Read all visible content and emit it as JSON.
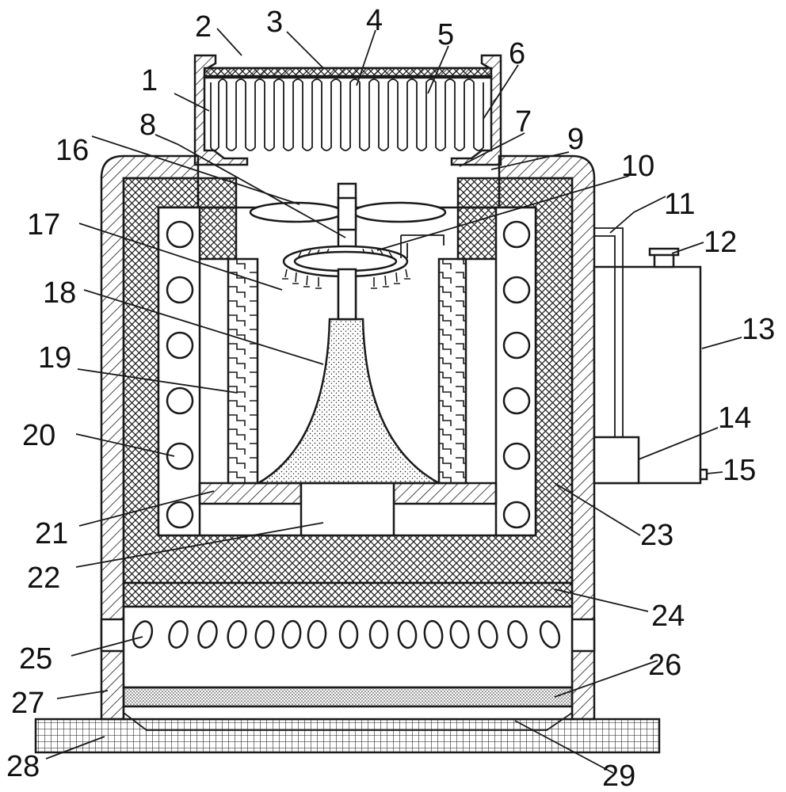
{
  "figure": {
    "type": "patent-cross-section",
    "colors": {
      "line": "#1a1a1a",
      "background": "#ffffff",
      "fill": "#ffffff"
    },
    "callouts": [
      {
        "id": "c1",
        "text": "1"
      },
      {
        "id": "c2",
        "text": "2"
      },
      {
        "id": "c3",
        "text": "3"
      },
      {
        "id": "c4",
        "text": "4"
      },
      {
        "id": "c5",
        "text": "5"
      },
      {
        "id": "c6",
        "text": "6"
      },
      {
        "id": "c7",
        "text": "7"
      },
      {
        "id": "c8",
        "text": "8"
      },
      {
        "id": "c9",
        "text": "9"
      },
      {
        "id": "c10",
        "text": "10"
      },
      {
        "id": "c11",
        "text": "11"
      },
      {
        "id": "c12",
        "text": "12"
      },
      {
        "id": "c13",
        "text": "13"
      },
      {
        "id": "c14",
        "text": "14"
      },
      {
        "id": "c15",
        "text": "15"
      },
      {
        "id": "c16",
        "text": "16"
      },
      {
        "id": "c17",
        "text": "17"
      },
      {
        "id": "c18",
        "text": "18"
      },
      {
        "id": "c19",
        "text": "19"
      },
      {
        "id": "c20",
        "text": "20"
      },
      {
        "id": "c21",
        "text": "21"
      },
      {
        "id": "c22",
        "text": "22"
      },
      {
        "id": "c23",
        "text": "23"
      },
      {
        "id": "c24",
        "text": "24"
      },
      {
        "id": "c25",
        "text": "25"
      },
      {
        "id": "c26",
        "text": "26"
      },
      {
        "id": "c27",
        "text": "27"
      },
      {
        "id": "c28",
        "text": "28"
      },
      {
        "id": "c29",
        "text": "29"
      }
    ]
  }
}
